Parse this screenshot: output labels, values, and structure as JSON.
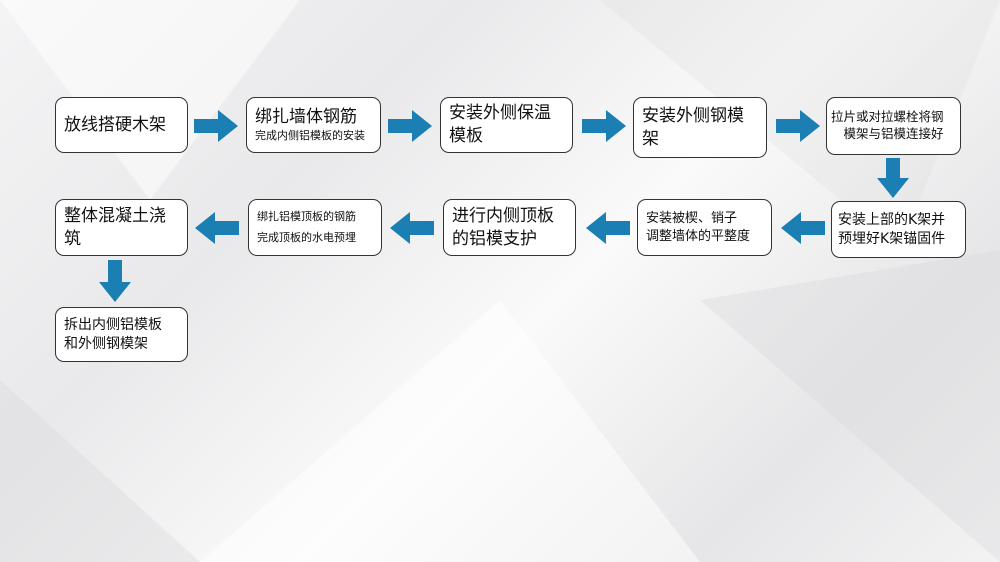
{
  "steps": [
    {
      "line1": "放线搭硬木架"
    },
    {
      "line1": "绑扎墙体钢筋",
      "line2": "完成内侧铝模板的安装"
    },
    {
      "line1": "安装外侧保温",
      "line2": "模板"
    },
    {
      "line1": "安装外侧钢模",
      "line2": "架"
    },
    {
      "line1": "拉片或对拉螺栓将钢",
      "line2": "模架与铝模连接好"
    },
    {
      "line1": "安装上部的K架并",
      "line2": "预埋好K架锚固件"
    },
    {
      "line1": "安装被楔、销子",
      "line2": "调整墙体的平整度"
    },
    {
      "line1": "进行内侧顶板",
      "line2": "的铝模支护"
    },
    {
      "line1": "绑扎铝模顶板的钢筋",
      "line2": "完成顶板的水电预埋"
    },
    {
      "line1": "整体混凝土浇",
      "line2": "筑"
    },
    {
      "line1": "拆出内侧铝模板",
      "line2": "和外侧钢模架"
    }
  ],
  "colors": {
    "arrow": "#1b7fb3",
    "border": "#333333"
  }
}
